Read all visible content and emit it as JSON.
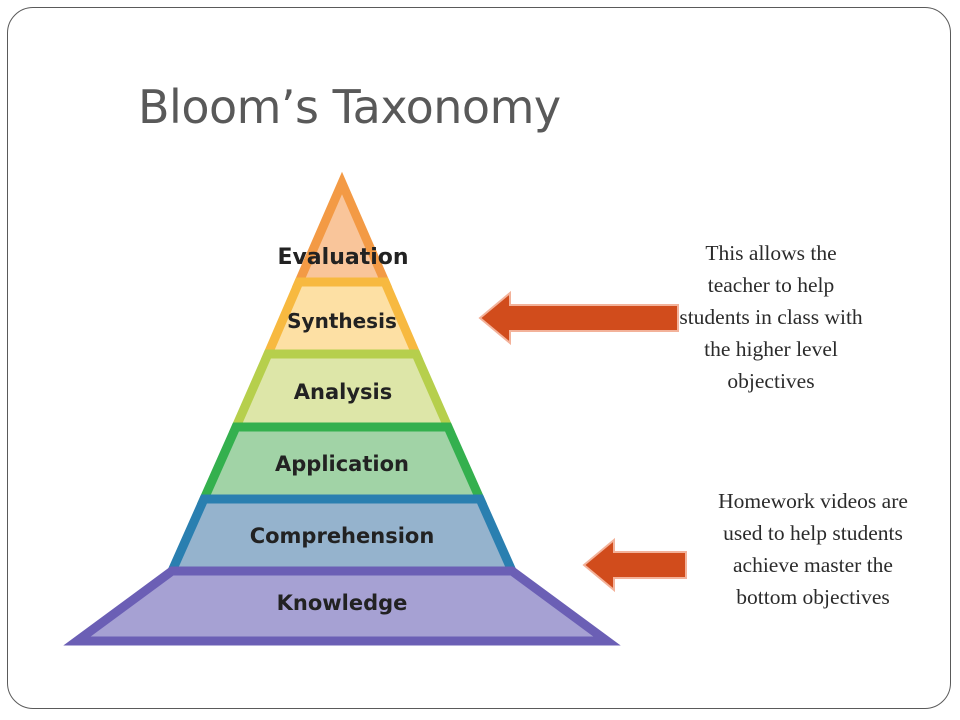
{
  "slide": {
    "title": "Bloom’s Taxonomy"
  },
  "pyramid": {
    "levels": [
      {
        "label": "Evaluation",
        "fill": "#f9c59a",
        "border": "#f39a45"
      },
      {
        "label": "Synthesis",
        "fill": "#fde0a4",
        "border": "#f7b940"
      },
      {
        "label": "Analysis",
        "fill": "#dde6a8",
        "border": "#b6cf4c"
      },
      {
        "label": "Application",
        "fill": "#a1d3a6",
        "border": "#34b04e"
      },
      {
        "label": "Comprehension",
        "fill": "#95b3cd",
        "border": "#2a7fb0"
      },
      {
        "label": "Knowledge",
        "fill": "#a6a1d3",
        "border": "#6b5fb5"
      }
    ]
  },
  "annotations": {
    "top_note": "This allows the teacher to help students in class with the higher level objectives",
    "bottom_note": "Homework videos are used to help students achieve master the bottom objectives",
    "arrow_color": "#d14c1c",
    "arrow_outline": "#f3b29a"
  }
}
